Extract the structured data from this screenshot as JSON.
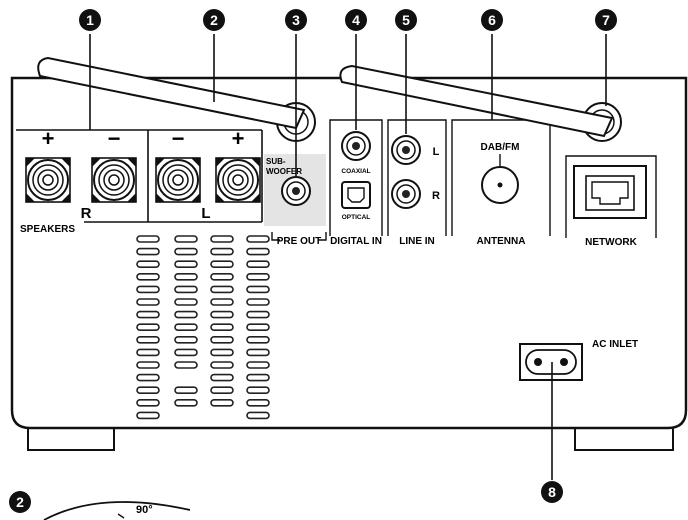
{
  "callouts": [
    "1",
    "2",
    "3",
    "4",
    "5",
    "6",
    "7",
    "8"
  ],
  "speakers": {
    "label": "SPEAKERS",
    "right_channel": "R",
    "left_channel": "L",
    "plus": "+",
    "minus": "−"
  },
  "pre_out": {
    "sub_line1": "SUB-",
    "sub_line2": "WOOFER",
    "label": "PRE OUT"
  },
  "digital_in": {
    "coaxial": "COAXIAL",
    "optical": "OPTICAL",
    "label": "DIGITAL IN"
  },
  "line_in": {
    "l": "L",
    "r": "R",
    "label": "LINE IN"
  },
  "antenna": {
    "dab_fm": "DAB/FM",
    "label": "ANTENNA"
  },
  "network": {
    "label": "NETWORK"
  },
  "ac_inlet": {
    "label": "AC INLET"
  },
  "inset": {
    "callout": "2",
    "angle": "90°"
  }
}
